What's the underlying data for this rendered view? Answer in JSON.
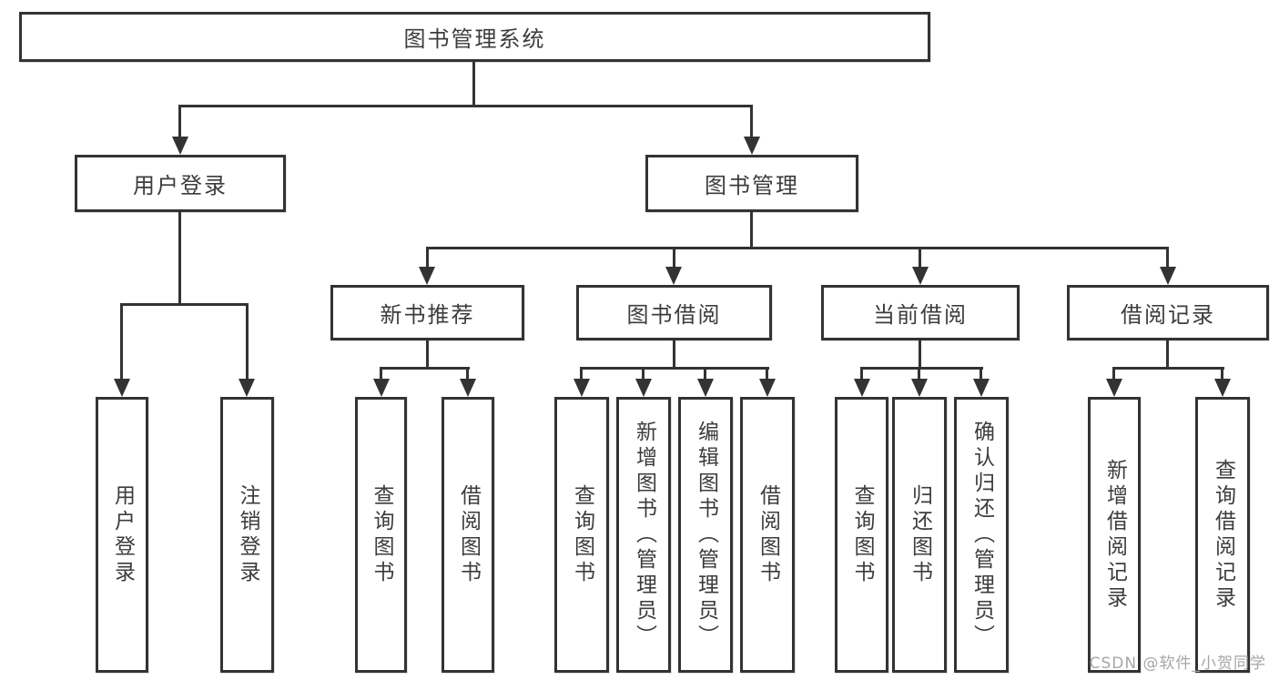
{
  "diagram": {
    "root": {
      "label": "图书管理系统"
    },
    "level1": [
      {
        "label": "用户登录"
      },
      {
        "label": "图书管理"
      }
    ],
    "level2": [
      {
        "label": "新书推荐"
      },
      {
        "label": "图书借阅"
      },
      {
        "label": "当前借阅"
      },
      {
        "label": "借阅记录"
      }
    ],
    "leaves": [
      {
        "label": "用户登录",
        "parent": "用户登录"
      },
      {
        "label": "注销登录",
        "parent": "用户登录"
      },
      {
        "label": "查询图书",
        "parent": "新书推荐"
      },
      {
        "label": "借阅图书",
        "parent": "新书推荐"
      },
      {
        "label": "查询图书",
        "parent": "图书借阅"
      },
      {
        "label": "新增图书（管理员）",
        "parent": "图书借阅"
      },
      {
        "label": "编辑图书（管理员）",
        "parent": "图书借阅"
      },
      {
        "label": "借阅图书",
        "parent": "图书借阅"
      },
      {
        "label": "查询图书",
        "parent": "当前借阅"
      },
      {
        "label": "归还图书",
        "parent": "当前借阅"
      },
      {
        "label": "确认归还（管理员）",
        "parent": "当前借阅"
      },
      {
        "label": "新增借阅记录",
        "parent": "借阅记录"
      },
      {
        "label": "查询借阅记录",
        "parent": "借阅记录"
      }
    ]
  },
  "watermark": {
    "text": "CSDN @软件_小贺同学",
    "color": "#a6a6a6"
  },
  "colors": {
    "line": "#333333",
    "text": "#3c3c3c",
    "background": "#ffffff"
  }
}
